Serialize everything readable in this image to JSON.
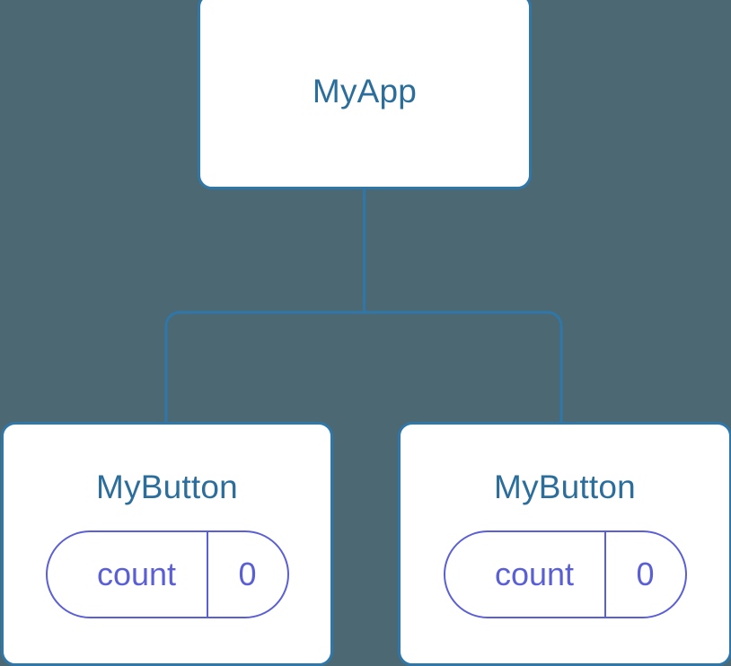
{
  "diagram": {
    "type": "component-tree",
    "background_color": "#4c6873",
    "node_border_color": "#2f77a8",
    "node_fill_color": "#ffffff",
    "node_title_color": "#2b6e9c",
    "state_accent_color": "#5b5fd6",
    "edge_color": "#2f77a8",
    "root": {
      "title": "MyApp"
    },
    "children": [
      {
        "title": "MyButton",
        "state": {
          "key": "count",
          "value": "0"
        }
      },
      {
        "title": "MyButton",
        "state": {
          "key": "count",
          "value": "0"
        }
      }
    ]
  }
}
